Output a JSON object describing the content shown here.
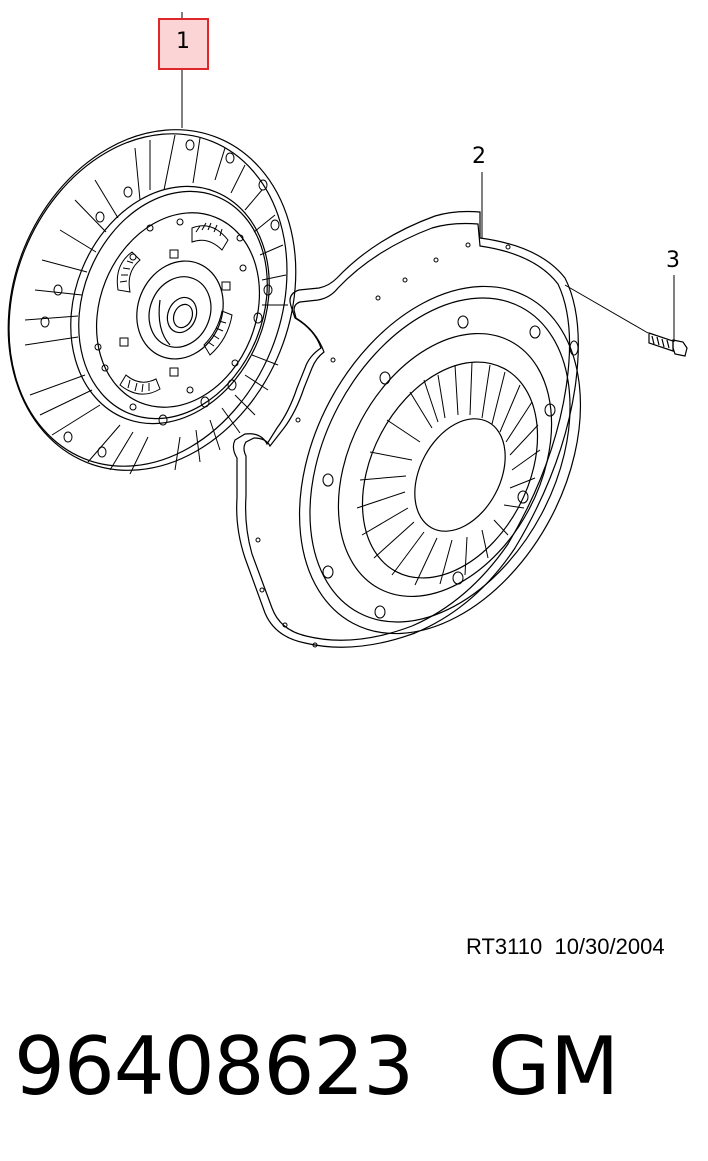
{
  "callouts": {
    "item_1": "1",
    "item_2": "2",
    "item_3": "3"
  },
  "highlight_color": "#e0262a",
  "highlight_fill": "#fbd4d6",
  "drawing_reference": "RT3110  10/30/2004",
  "footer": {
    "part_number": "96408623",
    "brand": "GM"
  }
}
